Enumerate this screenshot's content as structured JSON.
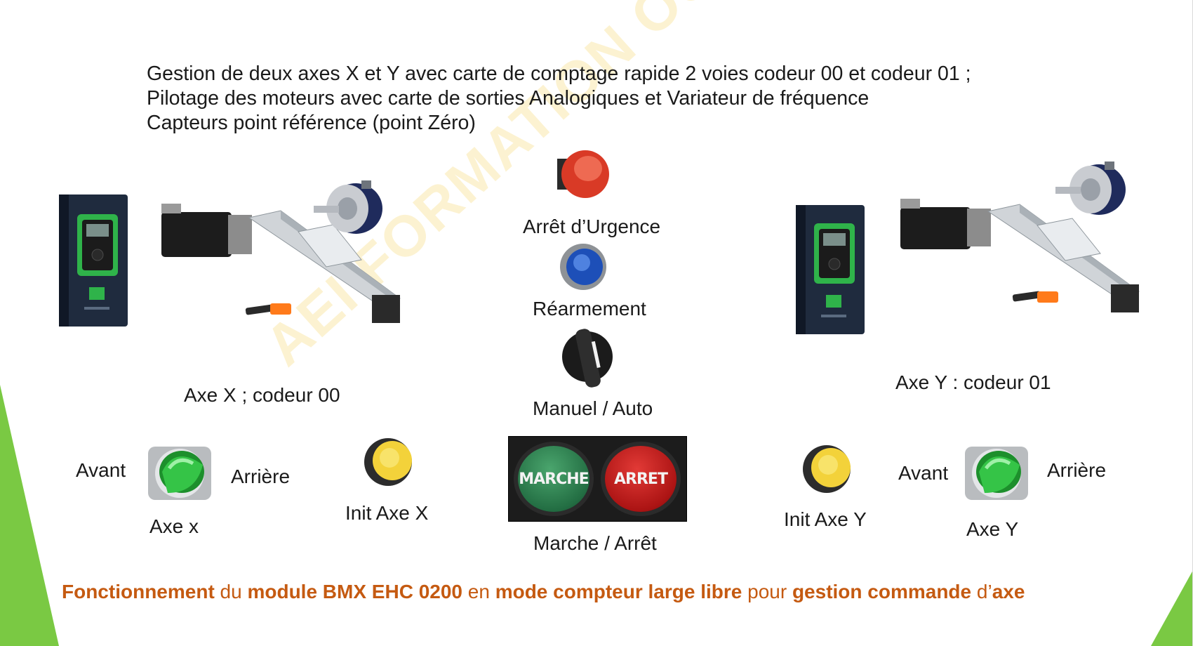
{
  "intro": {
    "line1": "Gestion de deux axes X et Y avec carte de comptage rapide 2 voies codeur 00  et codeur 01 ;",
    "line2": "Pilotage des moteurs avec carte de sorties Analogiques et Variateur de fréquence",
    "line3": "Capteurs point référence (point Zéro)"
  },
  "watermark": "AEI FORMATION OUEST",
  "axis_x": {
    "caption": "Axe X ; codeur 00",
    "selector_left": "Avant",
    "selector_right": "Arrière",
    "selector_caption": "Axe x",
    "init_caption": "Init Axe X"
  },
  "axis_y": {
    "caption": "Axe Y : codeur 01",
    "selector_left": "Avant",
    "selector_right": "Arrière",
    "selector_caption": "Axe Y",
    "init_caption": "Init Axe Y"
  },
  "center": {
    "emergency_label": "Arrêt d’Urgence",
    "reset_label": "Réarmement",
    "mode_label": "Manuel / Auto",
    "start_button_text": "MARCHE",
    "stop_button_text": "ARRET",
    "start_stop_label": "Marche / Arrêt"
  },
  "footer": {
    "p1": "Fonctionnement",
    "p2": " du ",
    "p3": "module BMX EHC 0200",
    "p4": " en ",
    "p5": "mode compteur large libre",
    "p6": " pour ",
    "p7": "gestion commande",
    "p8": " d’",
    "p9": "axe"
  },
  "colors": {
    "accent_green": "#7ac943",
    "footer_orange": "#c55a11",
    "watermark_yellow": "#f4d25a"
  }
}
